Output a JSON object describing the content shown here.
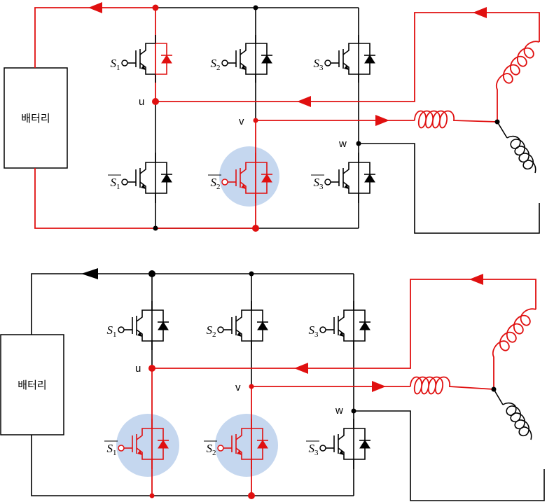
{
  "diagram": {
    "battery_label": "배터리",
    "node_labels": {
      "u": "u",
      "v": "v",
      "w": "w"
    },
    "switch_symbol": "S",
    "upper_switches": [
      "1",
      "2",
      "3"
    ],
    "lower_switches": [
      "1",
      "2",
      "3"
    ],
    "colors": {
      "wire": "#000000",
      "current": "#e01010",
      "active_highlight": "#c5d7ef"
    }
  },
  "panels": [
    {
      "id": "top",
      "active_upper_diode": "1",
      "active_lower_switches": [
        "2"
      ]
    },
    {
      "id": "bottom",
      "active_upper_diode": "",
      "active_lower_switches": [
        "1",
        "2"
      ]
    }
  ]
}
